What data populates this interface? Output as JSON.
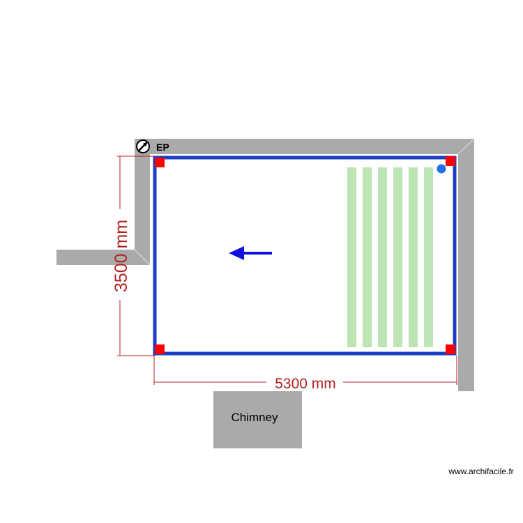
{
  "plan": {
    "room_label": "EP",
    "width_dimension": "5300 mm",
    "height_dimension": "3500 mm",
    "chimney_label": "Chimney",
    "watermark": "www.archifacile.fr",
    "colors": {
      "wall": "#aaaaaa",
      "room_outline": "#1a3fc4",
      "corner": "#ff0000",
      "stripe": "#bde5b3",
      "dimension": "#b51f1f",
      "arrow": "#1010e0",
      "dot": "#1f6fe6"
    }
  }
}
